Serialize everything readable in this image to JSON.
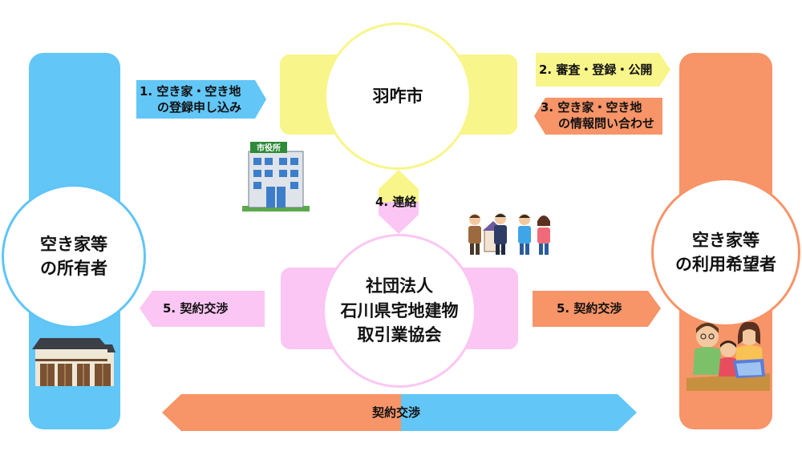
{
  "nodes": {
    "owner": [
      "空き家等",
      "の所有者"
    ],
    "city": "羽咋市",
    "association": [
      "社団法人",
      "石川県宅地建物",
      "取引業協会"
    ],
    "user": [
      "空き家等",
      "の利用希望者"
    ]
  },
  "steps": {
    "step1": [
      "1. 空き家・空き地",
      "の登録申し込み"
    ],
    "step2": "2. 審査・登録・公開",
    "step3": [
      "3. 空き家・空き地",
      "の情報問い合わせ"
    ],
    "step4": "4. 連絡",
    "step5_left": "5. 契約交渉",
    "step5_right": "5. 契約交渉",
    "bottom": "契約交渉"
  },
  "icons": {
    "city_hall_sign": "市役所",
    "city_hall": "city-hall-building-icon",
    "people": "agent-family-icon",
    "house": "japanese-house-icon",
    "family": "family-laptop-icon"
  },
  "colors": {
    "blue": "#62c6f7",
    "orange": "#f79468",
    "yellow": "#f8f58a",
    "pink": "#fbc6f3"
  }
}
